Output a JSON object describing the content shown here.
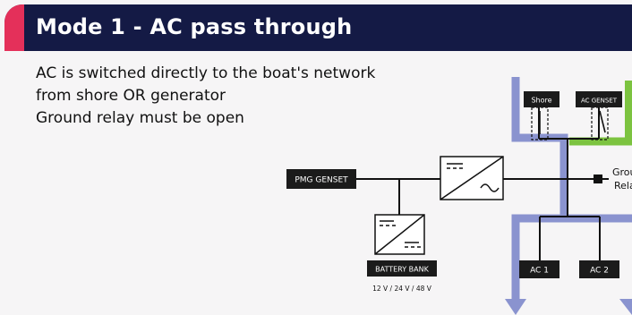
{
  "title": "Mode 1 - AC pass through",
  "description": {
    "line1": "AC is switched directly to the boat's network",
    "line2": "from shore OR generator",
    "line3": "Ground relay must be open"
  },
  "diagram": {
    "pmg_genset": "PMG GENSET",
    "shore": "Shore",
    "ac_genset": "AC GENSET",
    "battery_bank": "BATTERY BANK",
    "battery_voltages": "12 V / 24 V / 48 V",
    "ground_relay_line1": "Groun",
    "ground_relay_line2": "Relay",
    "ac1": "AC 1",
    "ac2": "AC 2"
  },
  "colors": {
    "title_bg": "#141a45",
    "title_accent": "#e4305a",
    "shore_flow": "#8a93cf",
    "genset_flow": "#7cc340",
    "label_box": "#1b1b1b"
  }
}
